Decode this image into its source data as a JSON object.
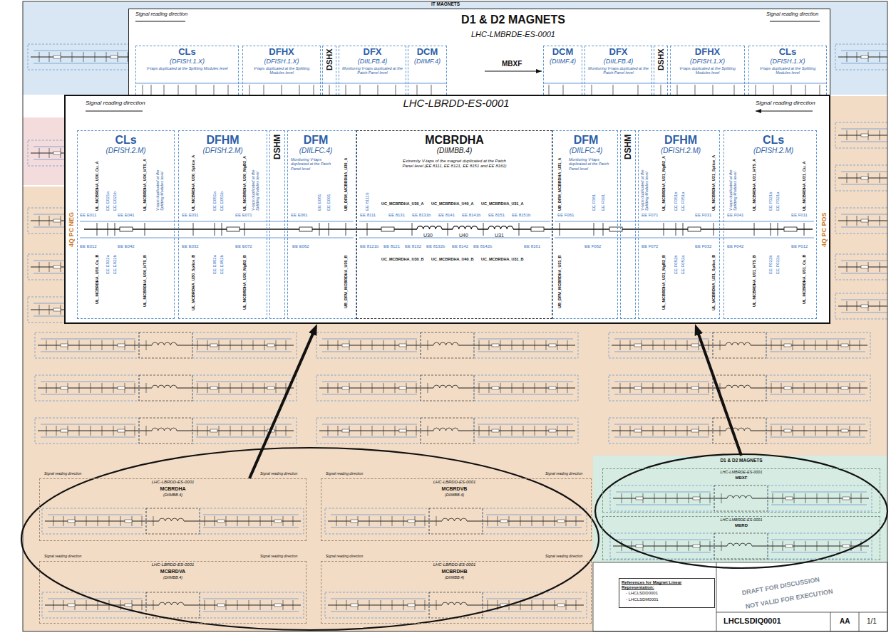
{
  "diagram": {
    "nodes": [
      {
        "text": [
          "IT MAGNETS"
        ]
      },
      {
        "text": [
          "D1 & D2 MAGNETS",
          "LHC-LMBRDE-ES-0001"
        ],
        "in": 0
      },
      {
        "text": [
          "CLs",
          "(DFISH.1.X)",
          "V-taps duplicated at the Splitting Modules level"
        ],
        "in": 1
      },
      {
        "text": [
          "DFHX",
          "(DFISH.1.X)",
          "V-taps duplicated at the Splitting Modules level"
        ],
        "in": 1
      },
      {
        "text": [
          "DSHX"
        ],
        "in": 1
      },
      {
        "text": [
          "DFX",
          "(DIILFB.4)",
          "Monitoring V-taps duplicated at the Patch Panel level"
        ],
        "in": 1
      },
      {
        "text": [
          "DCM",
          "(DIIMF.4)"
        ],
        "in": 1
      },
      {
        "text": [
          "DCM",
          "(DIIMF.4)"
        ],
        "in": 1
      },
      {
        "text": [
          "DFX",
          "(DIILFB.4)",
          "Monitoring V-taps duplicated at the Patch Panel level"
        ],
        "in": 1
      },
      {
        "text": [
          "DSHX"
        ],
        "in": 1
      },
      {
        "text": [
          "DFHX",
          "(DFISH.1.X)",
          "V-taps duplicated at the Splitting Modules level"
        ],
        "in": 1
      },
      {
        "text": [
          "CLs",
          "(DFISH.1.X)",
          "V-taps duplicated at the Splitting Modules level"
        ],
        "in": 1
      },
      {
        "text": [
          "LHC-LBRDD-ES-0001"
        ]
      },
      {
        "text": [
          "CLs",
          "(DFISH.2.M)"
        ],
        "in": 12
      },
      {
        "text": [
          "DFHM",
          "(DFISH.2.M)"
        ],
        "in": 12
      },
      {
        "text": [
          "DSHM"
        ],
        "in": 12
      },
      {
        "text": [
          "DFM",
          "(DIILFC.4)",
          "Monitoring V-taps duplicated at the Patch Panel level"
        ],
        "in": 12
      },
      {
        "text": [
          "MCBRDHA",
          "(DIIMBB.4)",
          "Extremity V-taps of the magnet duplicated at the Patch Panel level (EE 8111, EE 8121, EE 8151 and EE 8161)"
        ],
        "in": 12
      },
      {
        "text": [
          "DFM",
          "(DIILFC.4)",
          "Monitoring V-taps duplicated at the Patch Panel level"
        ],
        "in": 12
      },
      {
        "text": [
          "DSHM"
        ],
        "in": 12
      },
      {
        "text": [
          "DFHM",
          "(DFISH.2.M)"
        ],
        "in": 12
      },
      {
        "text": [
          "CLs",
          "(DFISH.2.M)"
        ],
        "in": 12
      },
      {
        "text": [
          "LHC-LBRDD-ES-0001",
          "MCBRDHA",
          "(DIIMBB.4)"
        ]
      },
      {
        "text": [
          "LHC-LBRDD-ES-0001",
          "MCBRDVB",
          "(DIIMBB.4)"
        ]
      },
      {
        "text": [
          "LHC-LBRDD-ES-0001",
          "MCBRDVA",
          "(DIIMBB.4)"
        ]
      },
      {
        "text": [
          "LHC-LBRDD-ES-0001",
          "MCBRDHB",
          "(DIIMBB.4)"
        ]
      },
      {
        "text": [
          "D1 & D2 MAGNETS"
        ]
      },
      {
        "text": [
          "LHC-LMBRDE-ES-0001",
          "MBXF"
        ],
        "in": 26
      },
      {
        "text": [
          "LHC-LMBRDE-ES-0001",
          "MBRD"
        ],
        "in": 26
      },
      {
        "text": [
          "References for Magnet Linear Representation:",
          "- LHCLSDD0001",
          "- LHCLSDM0001"
        ]
      }
    ],
    "edges": [
      {
        "from": 22,
        "to": 12,
        "arrow": "to"
      },
      {
        "from": 26,
        "to": 12,
        "arrow": "to"
      }
    ],
    "labels": [
      "Signal reading direction",
      "Signal reading direction",
      "MBXF",
      "Signal reading direction",
      "Signal reading direction",
      "4Q PC NEG",
      "4Q PC POS",
      "UL_MCBRDHA_U30_Cu_A",
      "UL_MCBRDHA_U30_HTS_A",
      "V-taps duplicated at the Splitting Modules level",
      "UL_MCBRDHA_U30_Splice_A",
      "UL_MCBRDHA_U30_MgB2_A",
      "V-taps duplicated at the Splitting Modules level",
      "UB_DFM_MCBRDHA_U30_A",
      "UB_DFM_MCBRDHA_U31_A",
      "V-taps duplicated at the Splitting Modules level",
      "UL_MCBRDHA_U31_MgB2_A",
      "UL_MCBRDHA_U31_Splice_A",
      "V-taps duplicated at the Splitting Modules level",
      "UL_MCBRDHA_U31_HTS_A",
      "UL_MCBRDHA_U31_Cu_A",
      "EE E021a",
      "EE E021b",
      "EE E051a",
      "EE E051b",
      "EE E081",
      "EE E091",
      "EE 8111b",
      "EE F081",
      "EE F091",
      "EE F051b",
      "EE F051a",
      "EE F021b",
      "EE F021a",
      "EE E011",
      "EE E041",
      "EE E031",
      "EE E071",
      "EE E061",
      "EE 8111",
      "EE 8131",
      "EE 8131b",
      "EE 8141",
      "EE 8141b",
      "EE 8151",
      "EE 8151b",
      "EE F061",
      "EE F071",
      "EE F031",
      "EE F041",
      "EE F011",
      "UC_MCBRDHA_U30_A",
      "UC_MCBRDHA_U40_A",
      "UC_MCBRDHA_U31_A",
      "U30",
      "U40",
      "U31",
      "EE E012",
      "EE E042",
      "EE E032",
      "EE E072",
      "EE E062",
      "EE 8121b",
      "EE 8121",
      "EE 8132",
      "EE 8132b",
      "EE 8142",
      "EE 8142b",
      "EE 8161",
      "EE F062",
      "EE F072",
      "EE F032",
      "EE F042",
      "EE F012",
      "UC_MCBRDHA_U30_B",
      "UC_MCBRDHA_U40_B",
      "UC_MCBRDHA_U31_B",
      "UL_MCBRDHA_U30_Cu_B",
      "UL_MCBRDHA_U30_HTS_B",
      "UL_MCBRDHA_U30_Splice_B",
      "UL_MCBRDHA_U30_MgB2_B",
      "UB_DFM_MCBRDHA_U30_B",
      "UB_DFM_MCBRDHA_U31_B",
      "UL_MCBRDHA_U31_MgB2_B",
      "UL_MCBRDHA_U31_Splice_B",
      "UL_MCBRDHA_U31_HTS_B",
      "UL_MCBRDHA_U31_Cu_B",
      "EE E022a",
      "EE E022b",
      "EE E052a",
      "EE E052b",
      "EE F052b",
      "EE F052a",
      "EE F022b",
      "EE F022a",
      "Signal reading direction",
      "Signal reading direction",
      "Signal reading direction",
      "Signal reading direction",
      "Signal reading direction",
      "Signal reading direction",
      "Signal reading direction",
      "Signal reading direction",
      "DRAFT FOR DISCUSSION",
      "NOT VALID FOR EXECUTION",
      "LHCLSDIQ0001",
      "AA",
      "1/1"
    ]
  }
}
